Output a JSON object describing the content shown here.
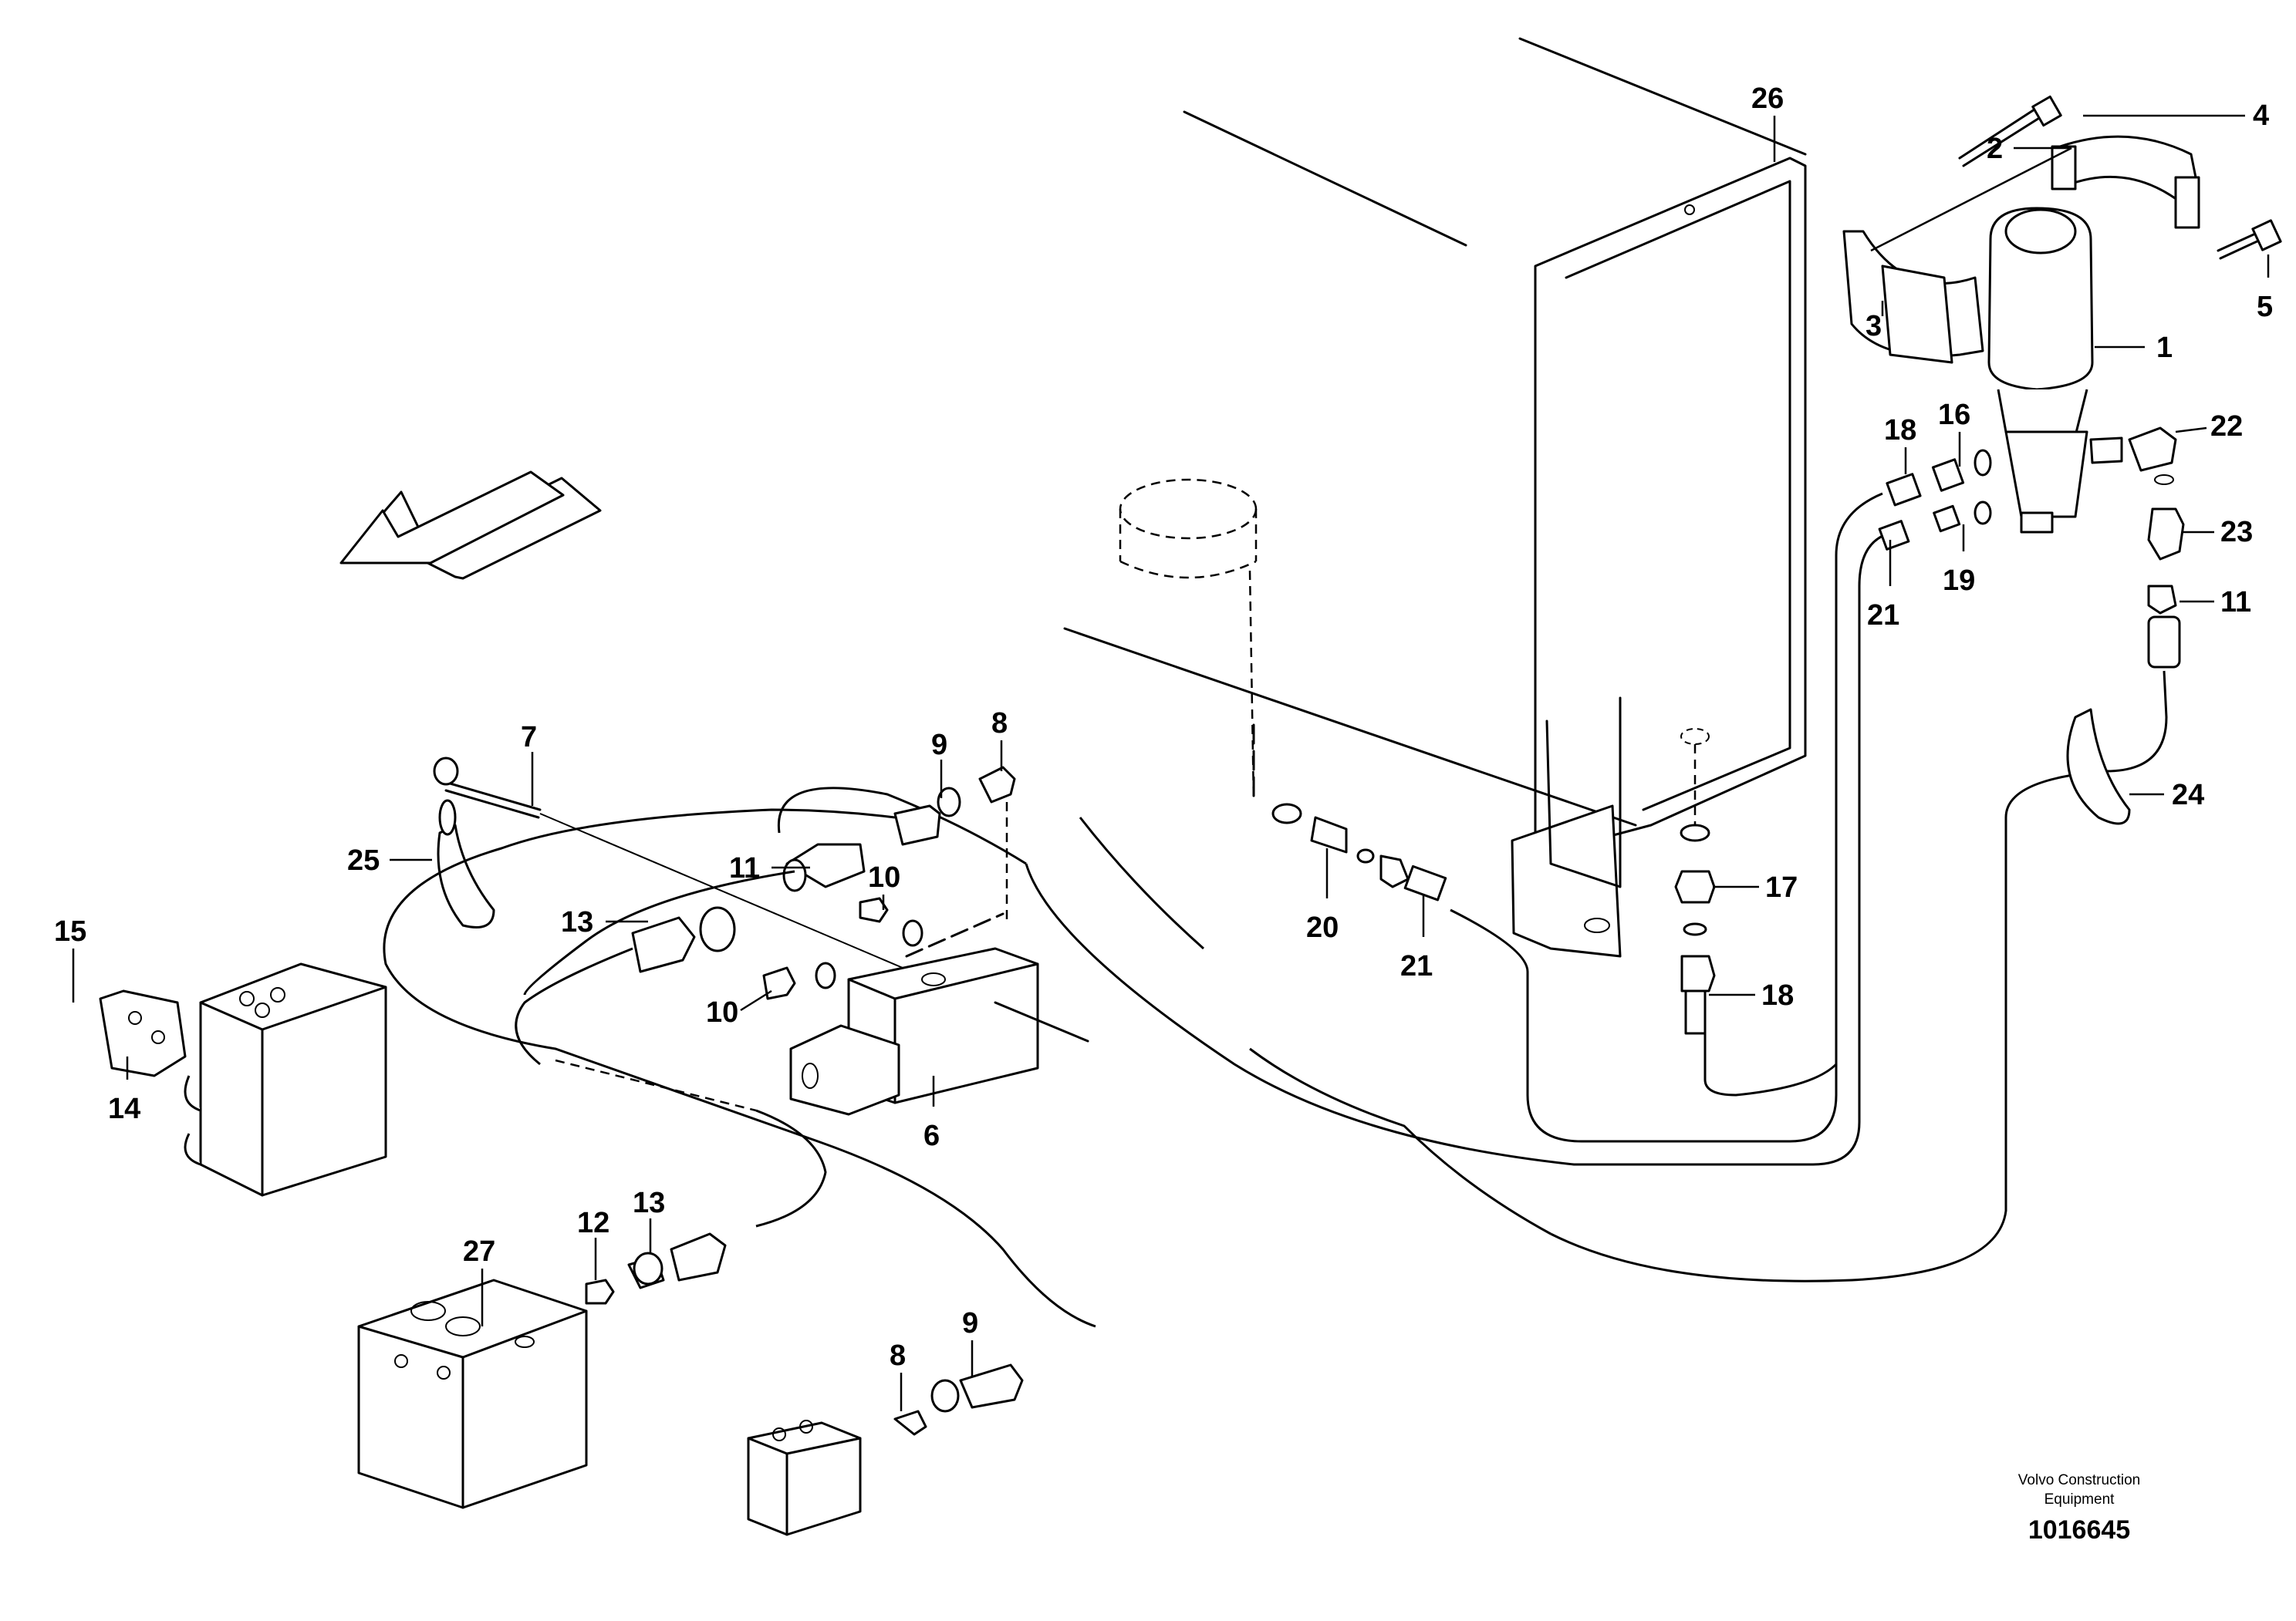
{
  "callouts": [
    {
      "id": "c26",
      "label": "26"
    },
    {
      "id": "c2",
      "label": "2"
    },
    {
      "id": "c4",
      "label": "4"
    },
    {
      "id": "c5",
      "label": "5"
    },
    {
      "id": "c1",
      "label": "1"
    },
    {
      "id": "c3",
      "label": "3"
    },
    {
      "id": "c22",
      "label": "22"
    },
    {
      "id": "c18a",
      "label": "18"
    },
    {
      "id": "c16",
      "label": "16"
    },
    {
      "id": "c23",
      "label": "23"
    },
    {
      "id": "c21a",
      "label": "21"
    },
    {
      "id": "c19",
      "label": "19"
    },
    {
      "id": "c11a",
      "label": "11"
    },
    {
      "id": "c24",
      "label": "24"
    },
    {
      "id": "c17",
      "label": "17"
    },
    {
      "id": "c18b",
      "label": "18"
    },
    {
      "id": "c20",
      "label": "20"
    },
    {
      "id": "c21b",
      "label": "21"
    },
    {
      "id": "c7",
      "label": "7"
    },
    {
      "id": "c9a",
      "label": "9"
    },
    {
      "id": "c8a",
      "label": "8"
    },
    {
      "id": "c25",
      "label": "25"
    },
    {
      "id": "c11b",
      "label": "11"
    },
    {
      "id": "c10a",
      "label": "10"
    },
    {
      "id": "c13a",
      "label": "13"
    },
    {
      "id": "c10b",
      "label": "10"
    },
    {
      "id": "c15",
      "label": "15"
    },
    {
      "id": "c14",
      "label": "14"
    },
    {
      "id": "c6",
      "label": "6"
    },
    {
      "id": "c27",
      "label": "27"
    },
    {
      "id": "c12",
      "label": "12"
    },
    {
      "id": "c13b",
      "label": "13"
    },
    {
      "id": "c8b",
      "label": "8"
    },
    {
      "id": "c9b",
      "label": "9"
    }
  ],
  "footer": {
    "brand_line1": "Volvo Construction",
    "brand_line2": "Equipment",
    "code": "1016645"
  },
  "icons": [
    "direction-arrow-icon"
  ]
}
